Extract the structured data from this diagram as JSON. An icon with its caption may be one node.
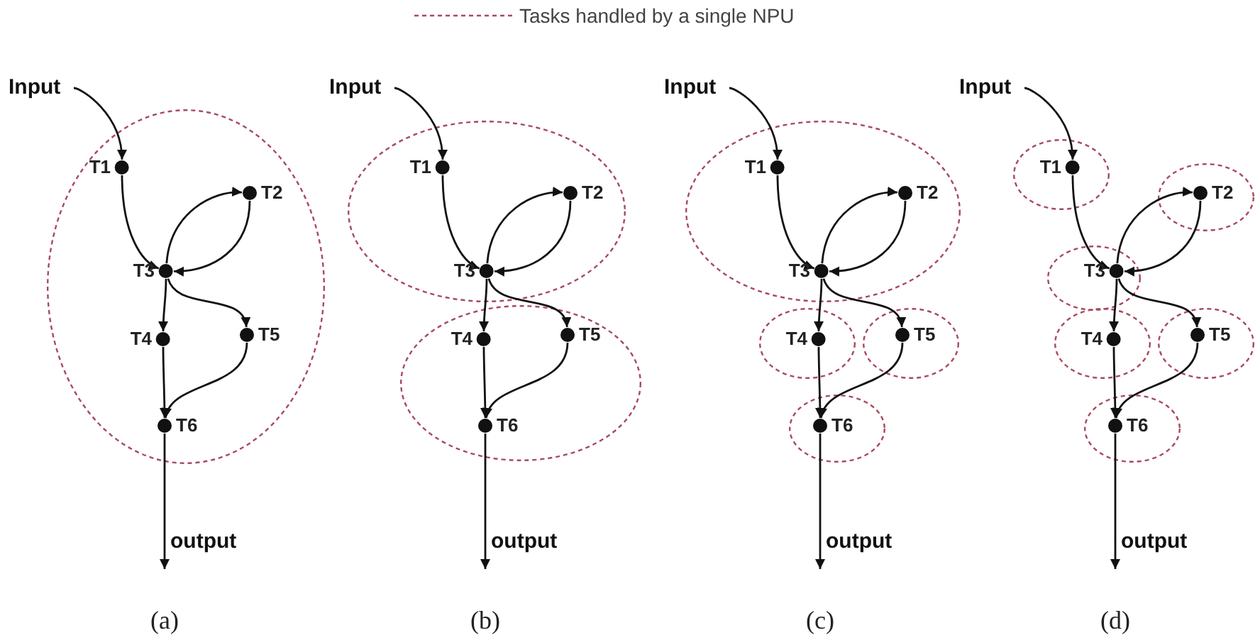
{
  "diagram": {
    "nodes": [
      {
        "text": [
          "Input"
        ]
      },
      {
        "text": [],
        "shape": "ellipse"
      },
      {
        "text": [
          "T1"
        ],
        "in": 1
      },
      {
        "text": [
          "T2"
        ],
        "in": 1
      },
      {
        "text": [
          "T3"
        ],
        "in": 1
      },
      {
        "text": [
          "T4"
        ],
        "in": 1
      },
      {
        "text": [
          "T5"
        ],
        "in": 1
      },
      {
        "text": [
          "T6"
        ],
        "in": 1
      },
      {
        "text": [
          "Input"
        ]
      },
      {
        "text": [],
        "shape": "ellipse"
      },
      {
        "text": [],
        "shape": "ellipse"
      },
      {
        "text": [
          "T1"
        ],
        "in": 9
      },
      {
        "text": [
          "T2"
        ],
        "in": 9
      },
      {
        "text": [
          "T3"
        ],
        "in": 9
      },
      {
        "text": [
          "T4"
        ],
        "in": 10
      },
      {
        "text": [
          "T5"
        ],
        "in": 10
      },
      {
        "text": [
          "T6"
        ],
        "in": 10
      },
      {
        "text": [
          "Input"
        ]
      },
      {
        "text": [],
        "shape": "ellipse"
      },
      {
        "text": [],
        "shape": "ellipse"
      },
      {
        "text": [],
        "shape": "ellipse"
      },
      {
        "text": [],
        "shape": "ellipse"
      },
      {
        "text": [
          "T1"
        ],
        "in": 18
      },
      {
        "text": [
          "T2"
        ],
        "in": 18
      },
      {
        "text": [
          "T3"
        ],
        "in": 18
      },
      {
        "text": [
          "T4"
        ],
        "in": 19
      },
      {
        "text": [
          "T5"
        ],
        "in": 20
      },
      {
        "text": [
          "T6"
        ],
        "in": 21
      },
      {
        "text": [
          "Input"
        ]
      },
      {
        "text": [],
        "shape": "ellipse"
      },
      {
        "text": [],
        "shape": "ellipse"
      },
      {
        "text": [],
        "shape": "ellipse"
      },
      {
        "text": [],
        "shape": "ellipse"
      },
      {
        "text": [],
        "shape": "ellipse"
      },
      {
        "text": [],
        "shape": "ellipse"
      },
      {
        "text": [
          "T1"
        ],
        "in": 29
      },
      {
        "text": [
          "T2"
        ],
        "in": 30
      },
      {
        "text": [
          "T3"
        ],
        "in": 31
      },
      {
        "text": [
          "T4"
        ],
        "in": 32
      },
      {
        "text": [
          "T5"
        ],
        "in": 33
      },
      {
        "text": [
          "T6"
        ],
        "in": 34
      }
    ],
    "edges": [
      {
        "from": 0,
        "to": 2,
        "arrow": "to"
      },
      {
        "from": 2,
        "to": 4,
        "arrow": "to"
      },
      {
        "from": 4,
        "to": 3,
        "arrow": "to"
      },
      {
        "from": 3,
        "to": 4,
        "arrow": "to"
      },
      {
        "from": 4,
        "to": 5,
        "arrow": "to"
      },
      {
        "from": 4,
        "to": 6,
        "arrow": "to"
      },
      {
        "from": 5,
        "to": 7,
        "arrow": "to"
      },
      {
        "from": 6,
        "to": 7,
        "arrow": "to"
      },
      {
        "from": 7,
        "to": null,
        "arrow": "to",
        "label": "output"
      },
      {
        "from": 8,
        "to": 11,
        "arrow": "to"
      },
      {
        "from": 11,
        "to": 13,
        "arrow": "to"
      },
      {
        "from": 13,
        "to": 12,
        "arrow": "to"
      },
      {
        "from": 12,
        "to": 13,
        "arrow": "to"
      },
      {
        "from": 13,
        "to": 14,
        "arrow": "to"
      },
      {
        "from": 13,
        "to": 15,
        "arrow": "to"
      },
      {
        "from": 14,
        "to": 16,
        "arrow": "to"
      },
      {
        "from": 15,
        "to": 16,
        "arrow": "to"
      },
      {
        "from": 16,
        "to": null,
        "arrow": "to",
        "label": "output"
      },
      {
        "from": 17,
        "to": 22,
        "arrow": "to"
      },
      {
        "from": 22,
        "to": 24,
        "arrow": "to"
      },
      {
        "from": 24,
        "to": 23,
        "arrow": "to"
      },
      {
        "from": 23,
        "to": 24,
        "arrow": "to"
      },
      {
        "from": 24,
        "to": 25,
        "arrow": "to"
      },
      {
        "from": 24,
        "to": 26,
        "arrow": "to"
      },
      {
        "from": 25,
        "to": 27,
        "arrow": "to"
      },
      {
        "from": 26,
        "to": 27,
        "arrow": "to"
      },
      {
        "from": 27,
        "to": null,
        "arrow": "to",
        "label": "output"
      },
      {
        "from": 28,
        "to": 35,
        "arrow": "to"
      },
      {
        "from": 35,
        "to": 37,
        "arrow": "to"
      },
      {
        "from": 37,
        "to": 36,
        "arrow": "to"
      },
      {
        "from": 36,
        "to": 37,
        "arrow": "to"
      },
      {
        "from": 37,
        "to": 38,
        "arrow": "to"
      },
      {
        "from": 37,
        "to": 39,
        "arrow": "to"
      },
      {
        "from": 38,
        "to": 40,
        "arrow": "to"
      },
      {
        "from": 39,
        "to": 40,
        "arrow": "to"
      },
      {
        "from": 40,
        "to": null,
        "arrow": "to",
        "label": "output"
      }
    ],
    "labels": [
      "(a)",
      "(b)",
      "(c)",
      "(d)"
    ],
    "legend": [
      {
        "text": "Tasks handled by a single NPU"
      }
    ]
  }
}
